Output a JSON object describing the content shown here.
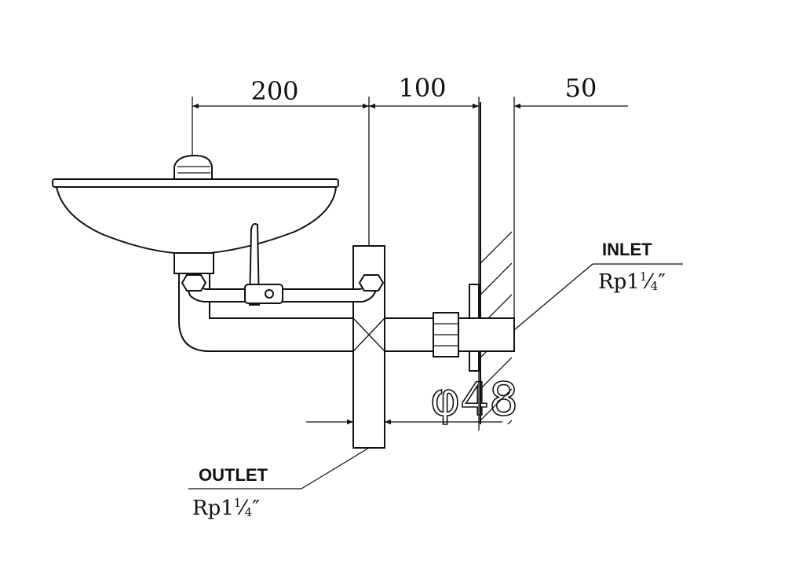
{
  "dimensions": {
    "d1": "200",
    "d2": "100",
    "d3": "50"
  },
  "inlet": {
    "label": "INLET",
    "thread_prefix": "Rp1",
    "thread_num": "1",
    "thread_den": "4",
    "thread_mark": "″"
  },
  "outlet": {
    "label": "OUTLET",
    "thread_prefix": "Rp1",
    "thread_num": "1",
    "thread_den": "4",
    "thread_mark": "″"
  },
  "diameter": {
    "symbol": "φ",
    "value": "48"
  }
}
